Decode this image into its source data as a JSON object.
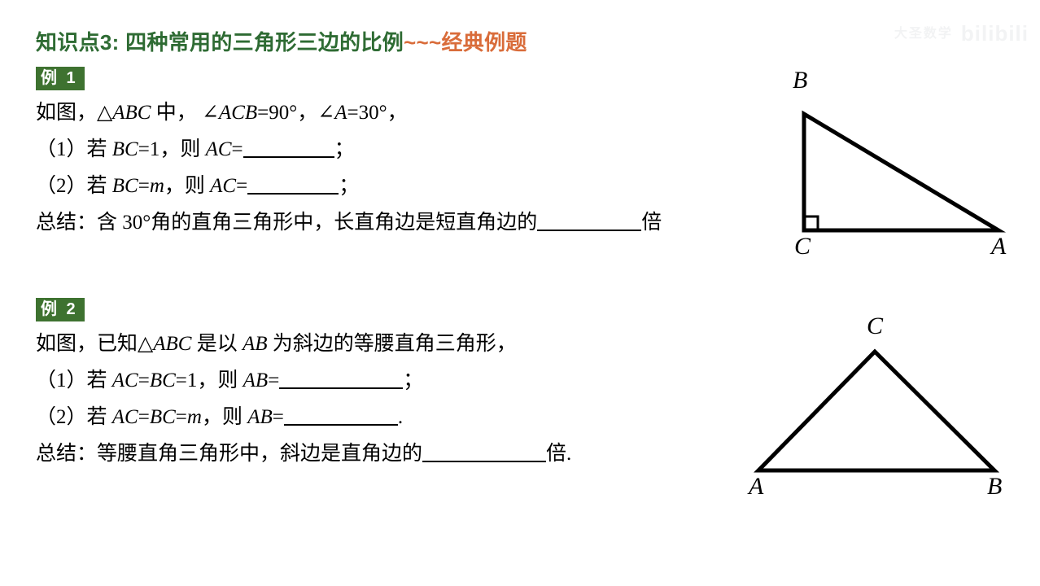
{
  "page": {
    "background_color": "#ffffff",
    "watermark": {
      "cn": "大圣数学",
      "brand": "bilibili"
    }
  },
  "title": {
    "main": "知识点3: 四种常用的三角形三边的比例",
    "accent": "~~~经典例题",
    "main_color": "#2e6b33",
    "accent_color": "#d96c3a"
  },
  "example1": {
    "badge": "例 1",
    "badge_bg": "#3e7230",
    "badge_color": "#ffffff",
    "lines": {
      "given_1": "如图，",
      "given_tri": "△ABC",
      "given_2": " 中， ",
      "given_angle1": "∠ACB",
      "given_angle1_val": "=90°，",
      "given_angle2": "∠A",
      "given_angle2_val": "=30°，",
      "q1_prefix": "（1）若 ",
      "q1_var1": "BC",
      "q1_mid": "=1，则 ",
      "q1_var2": "AC",
      "q1_eq": "=",
      "q1_suffix": "；",
      "q2_prefix": "（2）若 ",
      "q2_var1": "BC",
      "q2_eq1": "=",
      "q2_var1b": "m",
      "q2_mid": "，则 ",
      "q2_var2": "AC",
      "q2_eq": "=",
      "q2_suffix": "；",
      "summary_a": "总结：含 30°角的直角三角形中，长直角边是短直角边的",
      "summary_b": "倍"
    },
    "figure": {
      "type": "right-triangle",
      "vertices": {
        "B": "B",
        "C": "C",
        "A": "A"
      },
      "right_angle_at": "C"
    }
  },
  "example2": {
    "badge": "例 2",
    "badge_bg": "#3e7230",
    "badge_color": "#ffffff",
    "lines": {
      "given_1": "如图，已知",
      "given_tri": "△ABC",
      "given_2": " 是以 ",
      "given_side": "AB",
      "given_3": " 为斜边的等腰直角三角形，",
      "q1_prefix": "（1）若 ",
      "q1_var1": "AC",
      "q1_eq1": "=",
      "q1_var2": "BC",
      "q1_mid": "=1，则 ",
      "q1_var3": "AB",
      "q1_eq": "=",
      "q1_suffix": "；",
      "q2_prefix": "（2）若 ",
      "q2_var1": "AC",
      "q2_eq1": "=",
      "q2_var2": "BC",
      "q2_eq2": "=",
      "q2_var2b": "m",
      "q2_mid": "，则 ",
      "q2_var3": "AB",
      "q2_eq": "=",
      "q2_suffix": ".",
      "summary_a": "总结：等腰直角三角形中，斜边是直角边的",
      "summary_b": "倍."
    },
    "figure": {
      "type": "isosceles-right-triangle",
      "vertices": {
        "C": "C",
        "A": "A",
        "B": "B"
      }
    }
  }
}
